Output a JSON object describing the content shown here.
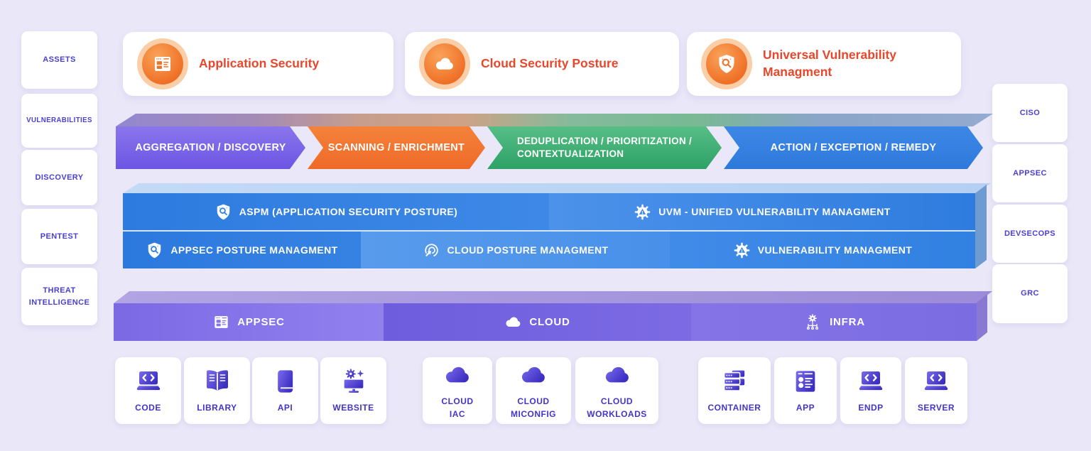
{
  "palette": {
    "background": "#EAE7F8",
    "card_bg": "#FFFFFF",
    "sidebar_text": "#4A3FD4",
    "top_card_text": "#E9472B",
    "orange_icon": "#EF6D24",
    "stage_purple": "#7C63E8",
    "stage_orange": "#F0752F",
    "stage_green": "#3DAE74",
    "stage_blue": "#327FE0",
    "platform_blue": "#2E7CDF",
    "domain_purple": "#7667E2",
    "asset_label": "#4334CB"
  },
  "left_sidebar": {
    "items": [
      "ASSETS",
      "VULNERABILITIES",
      "DISCOVERY",
      "PENTEST",
      "THREAT INTELLIGENCE"
    ]
  },
  "right_sidebar": {
    "items": [
      "CISO",
      "APPSEC",
      "DEVSECOPS",
      "GRC"
    ]
  },
  "top_cards": {
    "items": [
      {
        "label": "Application Security",
        "icon": "app-window-icon"
      },
      {
        "label": "Cloud Security Posture",
        "icon": "cloud-icon"
      },
      {
        "label": "Universal Vulnerability Managment",
        "icon": "shield-search-icon"
      }
    ]
  },
  "pipeline": {
    "stages": [
      {
        "label": "AGGREGATION / DISCOVERY",
        "color": "#7C63E8"
      },
      {
        "label": "SCANNING / ENRICHMENT",
        "color": "#F0752F"
      },
      {
        "label": "DEDUPLICATION / PRIORITIZATION / CONTEXTUALIZATION",
        "color": "#3DAE74"
      },
      {
        "label": "ACTION / EXCEPTION / REMEDY",
        "color": "#327FE0"
      }
    ]
  },
  "platform_band": {
    "row1": [
      {
        "label": "ASPM (APPLICATION SECURITY POSTURE)",
        "icon": "shield-search-icon"
      },
      {
        "label": "UVM - UNIFIED VULNERABILITY MANAGMENT",
        "icon": "gear-alert-icon"
      }
    ],
    "row2": [
      {
        "label": "APPSEC POSTURE MANAGMENT",
        "icon": "shield-search-icon"
      },
      {
        "label": "CLOUD POSTURE MANAGMENT",
        "icon": "click-arrow-icon"
      },
      {
        "label": "VULNERABILITY MANAGMENT",
        "icon": "gear-alert-icon"
      }
    ]
  },
  "domain_band": {
    "segments": [
      {
        "label": "APPSEC",
        "icon": "app-window-icon"
      },
      {
        "label": "CLOUD",
        "icon": "cloud-icon"
      },
      {
        "label": "INFRA",
        "icon": "gear-network-icon"
      }
    ]
  },
  "asset_cards": {
    "groups": [
      {
        "items": [
          {
            "label": "CODE",
            "icon": "laptop-code-icon"
          },
          {
            "label": "LIBRARY",
            "icon": "open-book-icon"
          },
          {
            "label": "API",
            "icon": "book-icon"
          },
          {
            "label": "WEBSITE",
            "icon": "monitor-gear-icon"
          }
        ]
      },
      {
        "items": [
          {
            "label": "CLOUD IAC",
            "icon": "cloud-icon"
          },
          {
            "label": "CLOUD MICONFIG",
            "icon": "cloud-icon"
          },
          {
            "label": "CLOUD WORKLOADS",
            "icon": "cloud-icon"
          }
        ]
      },
      {
        "items": [
          {
            "label": "CONTAINER",
            "icon": "server-stack-icon"
          },
          {
            "label": "APP",
            "icon": "app-window-icon"
          },
          {
            "label": "ENDP",
            "icon": "laptop-code-icon"
          },
          {
            "label": "SERVER",
            "icon": "laptop-code-icon"
          }
        ]
      }
    ]
  }
}
